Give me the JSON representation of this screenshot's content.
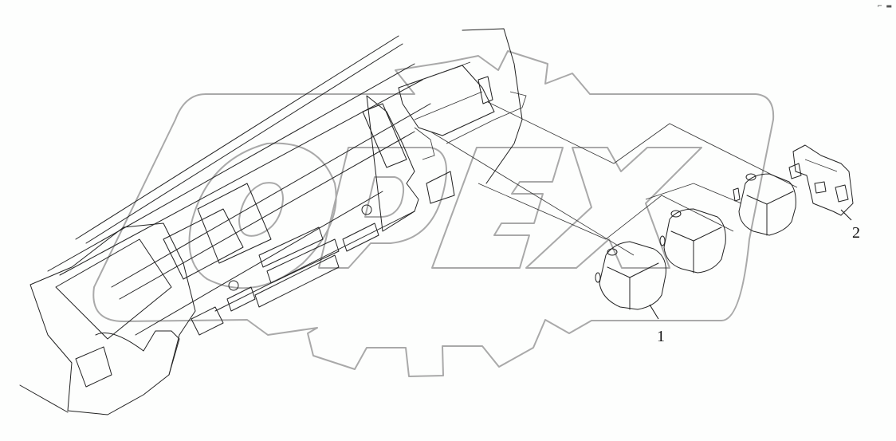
{
  "diagram": {
    "type": "exploded-parts-view",
    "subject": "dashboard with relays",
    "watermark": {
      "text": "OPEX",
      "color": "#a9a9a9",
      "shape": "gear-outline"
    },
    "line_color": "#222222",
    "background": "#fdfefd",
    "corner_mark": "⌐ ▬",
    "callouts": [
      {
        "id": "1",
        "label": "1",
        "part": "relay (x3)"
      },
      {
        "id": "2",
        "label": "2",
        "part": "relay bracket / connector block"
      }
    ]
  }
}
